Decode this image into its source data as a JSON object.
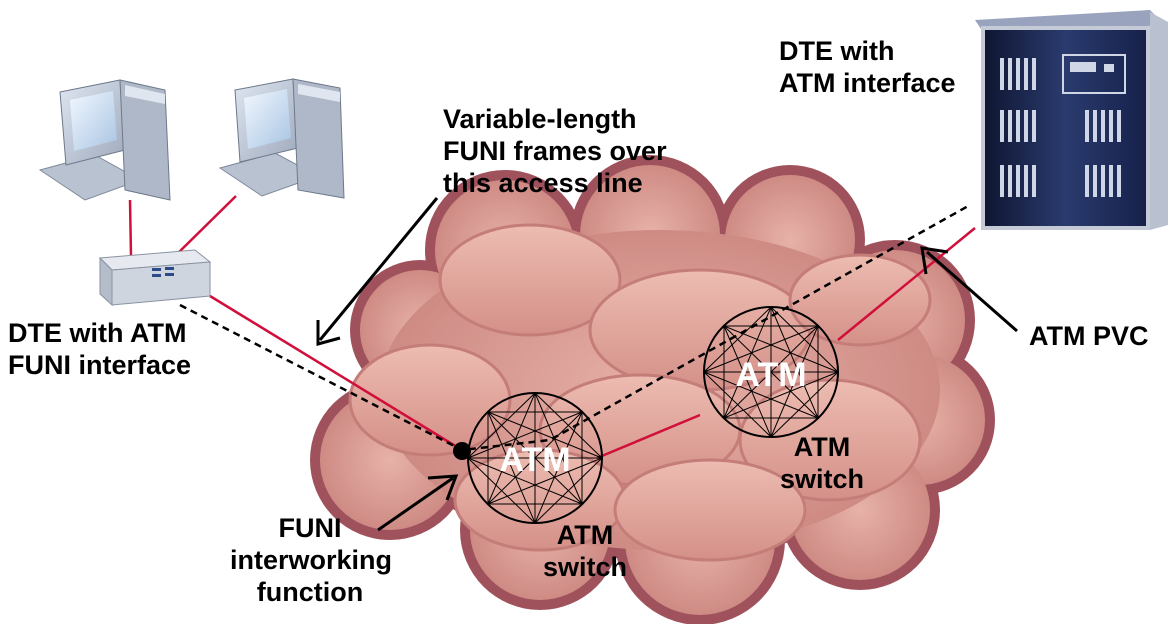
{
  "labels": {
    "dte_atm_interface": [
      "DTE with",
      "ATM interface"
    ],
    "variable_length": [
      "Variable-length",
      "FUNI frames over",
      "this access line"
    ],
    "dte_funi": [
      "DTE with ATM",
      "FUNI interface"
    ],
    "atm_pvc": "ATM PVC",
    "funi_interworking": [
      "FUNI",
      "interworking",
      "function"
    ],
    "switch_left": [
      "ATM",
      "switch"
    ],
    "switch_right": [
      "ATM",
      "switch"
    ],
    "atm_left": "ATM",
    "atm_right": "ATM"
  },
  "colors": {
    "cloud_outline": "#a0525c",
    "cloud_fill": "#dc9b92",
    "access_line": "#d0103a",
    "pvc_line": "#000000",
    "server_dark": "#1c2a52"
  },
  "icons": [
    "desktop-computer-icon",
    "desktop-computer-icon",
    "funi-dte-box-icon",
    "atm-server-rack-icon"
  ]
}
